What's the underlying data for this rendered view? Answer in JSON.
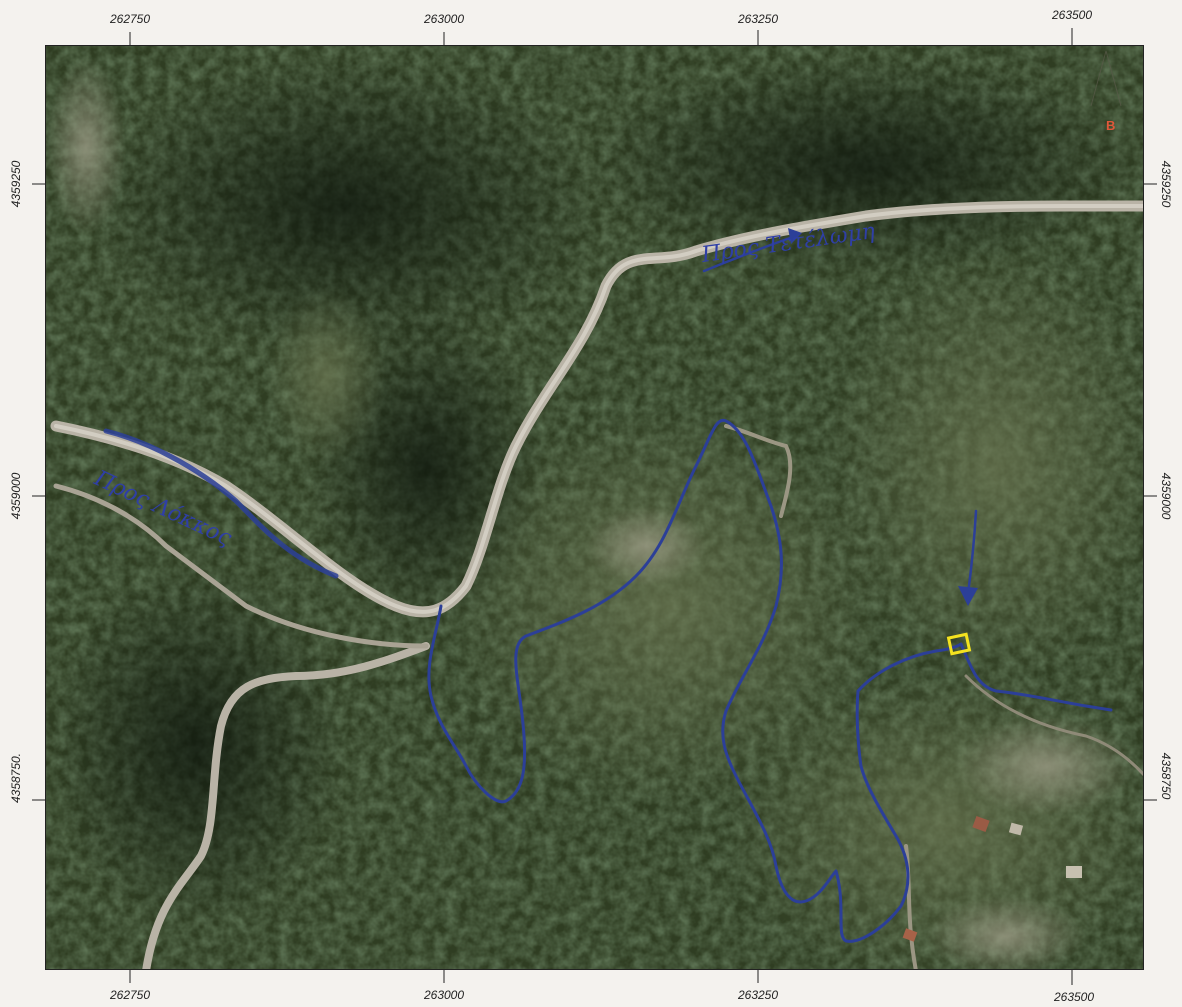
{
  "map": {
    "x_ticks": [
      {
        "value": 262750,
        "label": "262750"
      },
      {
        "value": 263000,
        "label": "263000"
      },
      {
        "value": 263250,
        "label": "263250"
      },
      {
        "value": 263500,
        "label": "263500"
      }
    ],
    "y_ticks": [
      {
        "value": 4359250,
        "label": "4359250"
      },
      {
        "value": 4359000,
        "label": "4359000"
      },
      {
        "value": 4358750,
        "label": "4358750"
      }
    ],
    "y_left_labels": [
      "4359250",
      "4359000",
      "4358750."
    ],
    "x_range": [
      262682,
      263560
    ],
    "y_range": [
      4358613,
      4359362
    ],
    "annotations": {
      "to_label": "Προς Τετέλωμη",
      "from_label": "Προς Λόκκος",
      "point_label": "B"
    },
    "colors": {
      "trail": "#2c3f98",
      "road": "#b9b3a6",
      "marker": "#f4e21f",
      "point_b": "#e0583a"
    }
  }
}
